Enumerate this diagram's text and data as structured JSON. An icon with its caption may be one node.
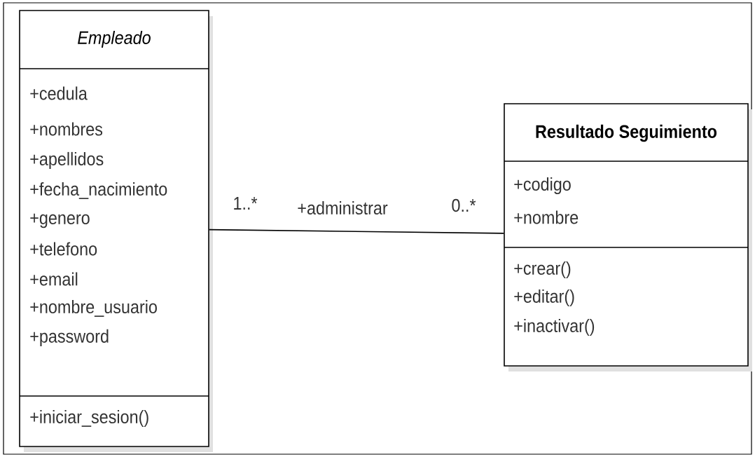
{
  "diagram": {
    "nodes": [
      {
        "text": [
          "Empleado",
          "+cedula",
          "+nombres",
          "+apellidos",
          "+fecha_nacimiento",
          "+genero",
          "+telefono",
          "+email",
          "+nombre_usuario",
          "+password",
          "+iniciar_sesion()"
        ]
      },
      {
        "text": [
          "Resultado Seguimiento",
          "+codigo",
          "+nombre",
          "+crear()",
          "+editar()",
          "+inactivar()"
        ]
      }
    ],
    "edges": [
      {
        "from": 0,
        "to": 1,
        "arrow": "none",
        "label": "+administrar"
      }
    ],
    "labels": [
      "1..*",
      "0..*"
    ]
  }
}
